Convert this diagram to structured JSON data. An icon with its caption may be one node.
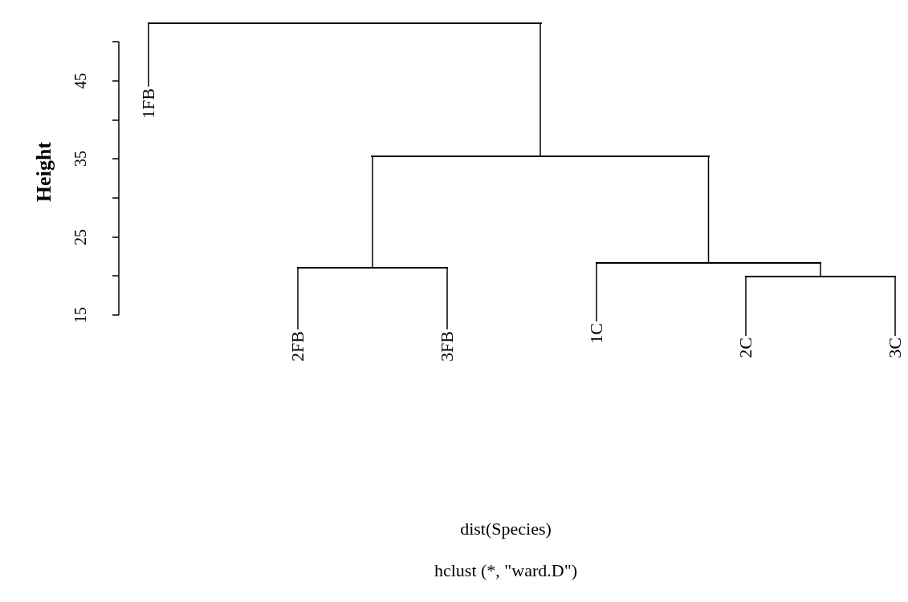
{
  "diagram": {
    "nodes": [
      {
        "text": [
          "1FB"
        ]
      },
      {
        "text": [
          "2FB"
        ]
      },
      {
        "text": [
          "3FB"
        ]
      },
      {
        "text": [
          "1C"
        ]
      },
      {
        "text": [
          "2C"
        ]
      },
      {
        "text": [
          "3C"
        ]
      },
      {
        "text": [],
        "shape": "bar"
      },
      {
        "text": [],
        "shape": "bar"
      },
      {
        "text": [],
        "shape": "bar"
      },
      {
        "text": [],
        "shape": "bar"
      },
      {
        "text": [],
        "shape": "bar"
      }
    ],
    "edges": [
      {
        "from": 6,
        "to": 0,
        "arrow": "none"
      },
      {
        "from": 6,
        "to": 7,
        "arrow": "none"
      },
      {
        "from": 7,
        "to": 8,
        "arrow": "none"
      },
      {
        "from": 7,
        "to": 9,
        "arrow": "none"
      },
      {
        "from": 8,
        "to": 1,
        "arrow": "none"
      },
      {
        "from": 8,
        "to": 2,
        "arrow": "none"
      },
      {
        "from": 9,
        "to": 3,
        "arrow": "none"
      },
      {
        "from": 9,
        "to": 10,
        "arrow": "none"
      },
      {
        "from": 10,
        "to": 4,
        "arrow": "none"
      },
      {
        "from": 10,
        "to": 5,
        "arrow": "none"
      }
    ],
    "labels": [
      "Height",
      "45",
      "35",
      "25",
      "15",
      "dist(Species)",
      "hclust (*, \"ward.D\")"
    ]
  }
}
